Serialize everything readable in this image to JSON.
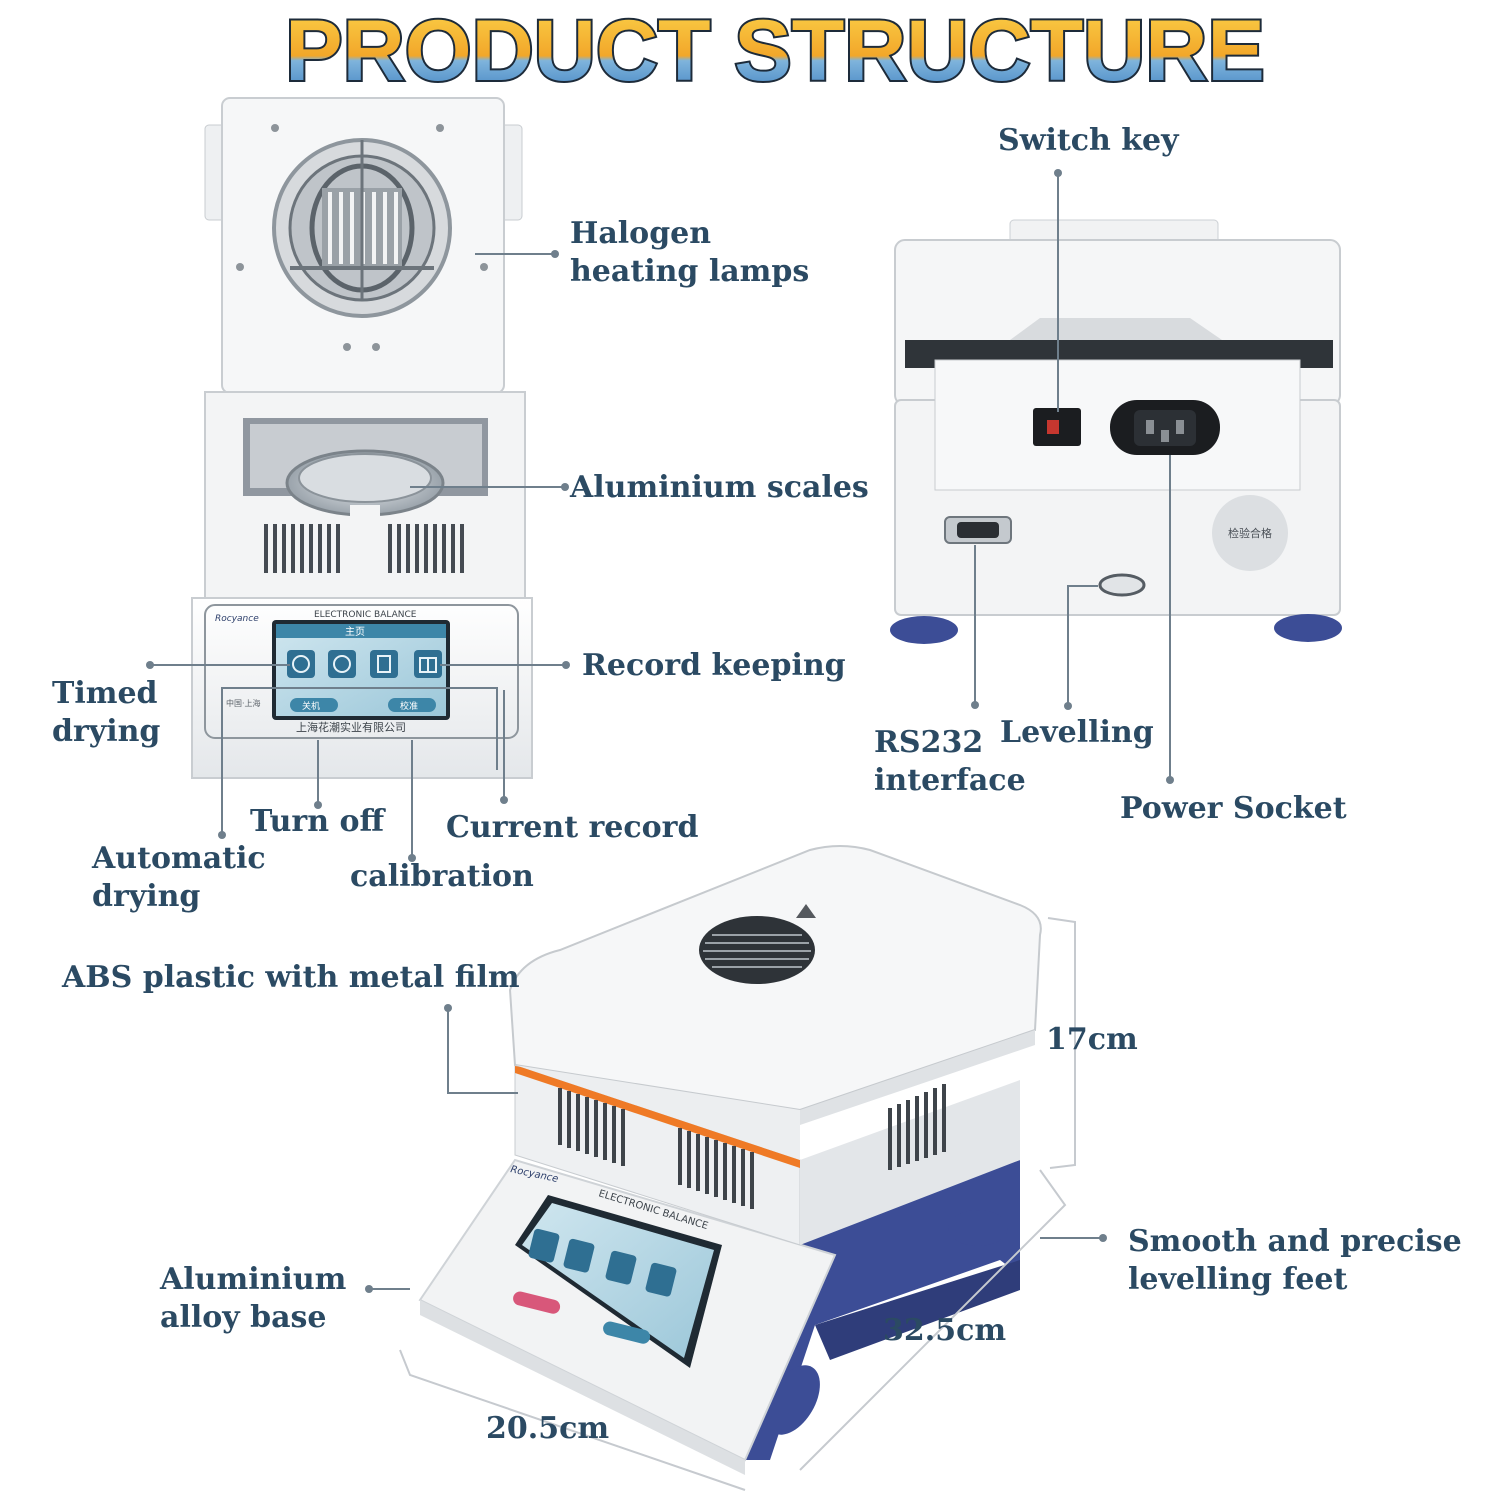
{
  "title": "PRODUCT STRUCTURE",
  "labels": {
    "halogen_lamps": "Halogen\nheating lamps",
    "aluminium_scales": "Aluminium scales",
    "record_keeping": "Record keeping",
    "timed_drying": "Timed\ndrying",
    "turn_off": "Turn off",
    "current_record": "Current record",
    "automatic_drying": "Automatic\ndrying",
    "calibration": "calibration",
    "switch_key": "Switch key",
    "rs232_interface": "RS232\ninterface",
    "levelling": "Levelling",
    "power_socket": "Power Socket",
    "abs_plastic": "ABS plastic with metal film",
    "aluminium_base": "Aluminium\nalloy base",
    "levelling_feet": "Smooth and precise\nlevelling feet",
    "height_dim": "17cm",
    "depth_dim": "32.5cm",
    "width_dim": "20.5cm"
  },
  "device_text": {
    "brand": "Rocyance",
    "panel_title": "ELECTRONIC BALANCE",
    "home_tab": "主页",
    "btn_off": "关机",
    "btn_cal": "校准",
    "origin": "中国·上海",
    "company": "上海花潮实业有限公司",
    "cert_sticker": "检验合格"
  },
  "colors": {
    "label_text": "#2b4a63",
    "title_top": "#f7c23a",
    "title_bottom": "#4c8dc8",
    "title_outline": "#1d2b3a",
    "leader_line": "#6f7f8c",
    "device_white": "#f4f5f6",
    "device_blue": "#3c4d96",
    "accent_orange": "#ef7a26",
    "screen_teal": "#3d86a8"
  }
}
